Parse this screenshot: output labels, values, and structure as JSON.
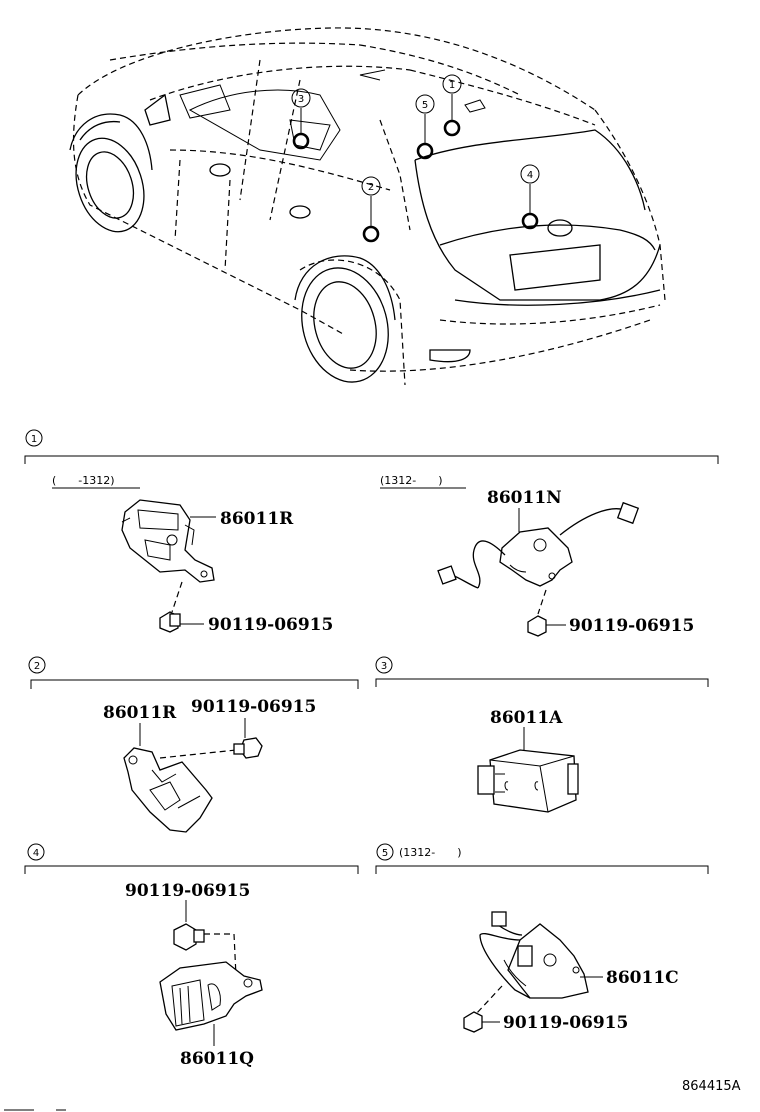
{
  "markers": [
    "1",
    "2",
    "3",
    "4",
    "5"
  ],
  "sections": {
    "s1": {
      "number": "1",
      "left": {
        "date": "(　　-1312)",
        "part": "86011R",
        "bolt": "90119-06915"
      },
      "right": {
        "date": "(1312-　　)",
        "part": "86011N",
        "bolt": "90119-06915"
      }
    },
    "s2": {
      "number": "2",
      "part": "86011R",
      "bolt": "90119-06915"
    },
    "s3": {
      "number": "3",
      "part": "86011A"
    },
    "s4": {
      "number": "4",
      "part": "86011Q",
      "bolt": "90119-06915"
    },
    "s5": {
      "number": "5",
      "date": "(1312-　　)",
      "part": "86011C",
      "bolt": "90119-06915"
    }
  },
  "figure_code": "864415A"
}
